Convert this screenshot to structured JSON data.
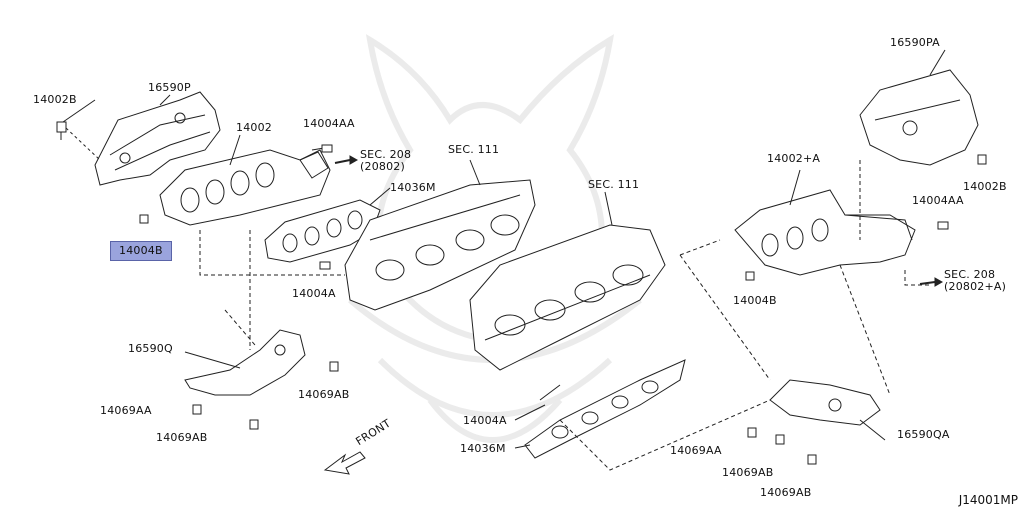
{
  "labels": {
    "p14002B_left": "14002B",
    "p16590P": "16590P",
    "p14002": "14002",
    "p14004AA_left": "14004AA",
    "sec208_left": "SEC. 208",
    "sec208_left_sub": "(20802)",
    "p14036M_top": "14036M",
    "sec111_a": "SEC. 111",
    "sec111_b": "SEC. 111",
    "p14004B_left": "14004B",
    "p14004A_top": "14004A",
    "p16590Q": "16590Q",
    "p14069AA_left": "14069AA",
    "p14069AB_left1": "14069AB",
    "p14069AB_left2": "14069AB",
    "p14004A_bottom": "14004A",
    "p14036M_bottom": "14036M",
    "front": "FRONT",
    "p16590PA": "16590PA",
    "p14002A": "14002+A",
    "p14002B_right": "14002B",
    "p14004AA_right": "14004AA",
    "sec208_right": "SEC. 208",
    "sec208_right_sub": "(20802+A)",
    "p14004B_right": "14004B",
    "p16590QA": "16590QA",
    "p14069AA_right": "14069AA",
    "p14069AB_right1": "14069AB",
    "p14069AB_right2": "14069AB"
  },
  "diagram_code": "J14001MP",
  "highlight_color": "#9aa4dd"
}
